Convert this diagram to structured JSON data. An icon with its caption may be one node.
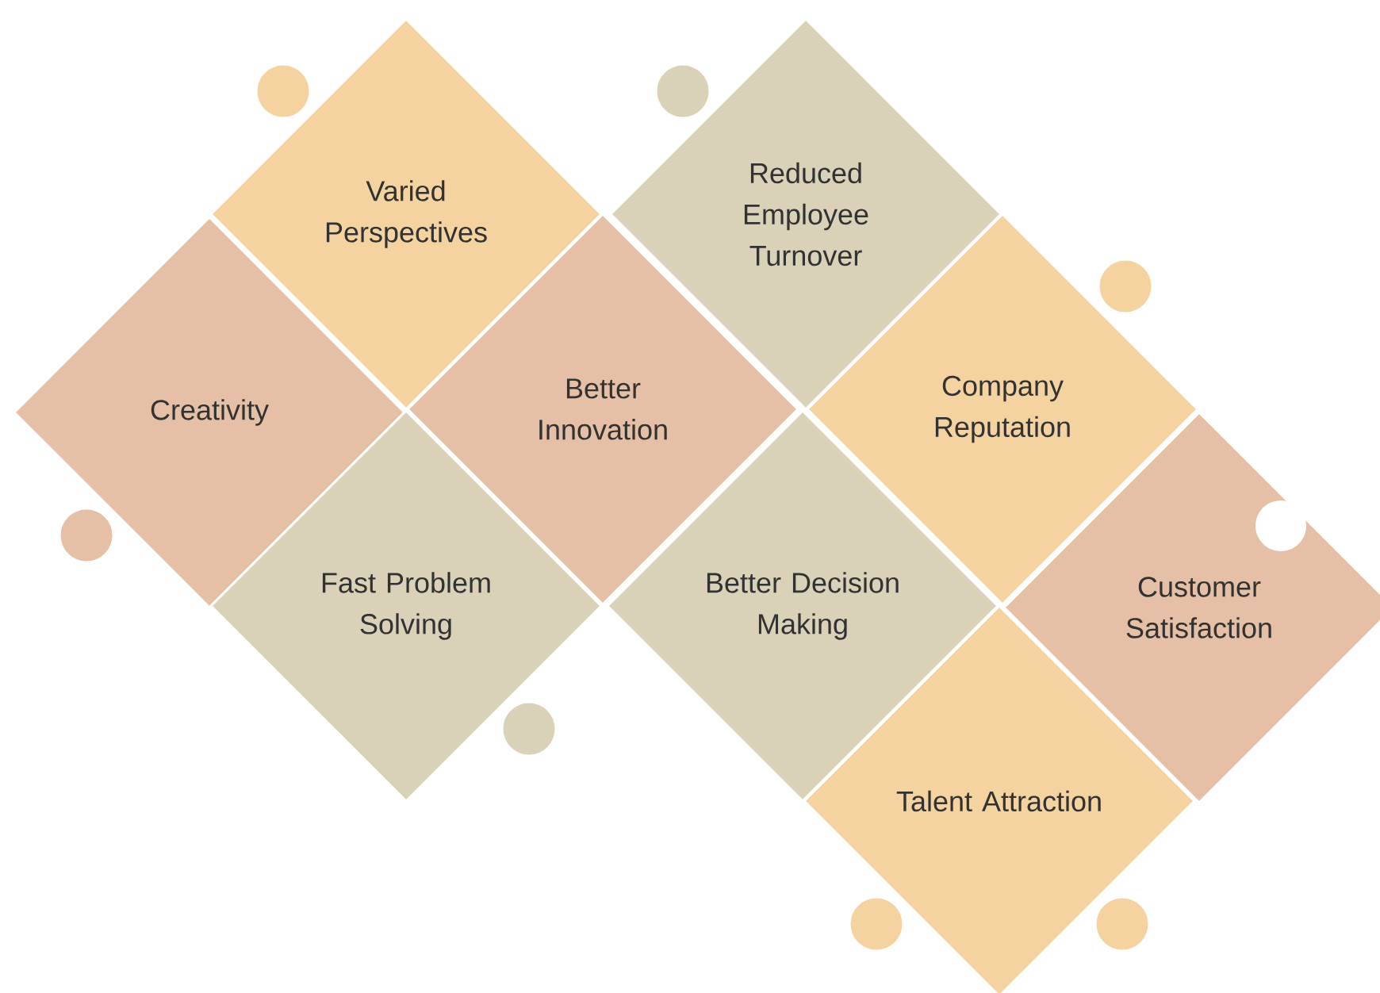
{
  "diagram": {
    "nodes": [
      {
        "text": [
          "Varied Perspectives"
        ]
      },
      {
        "text": [
          "Reduced Employee Turnover"
        ]
      },
      {
        "text": [
          "Creativity"
        ]
      },
      {
        "text": [
          "Better Innovation"
        ]
      },
      {
        "text": [
          "Company Reputation"
        ]
      },
      {
        "text": [
          "Fast Problem Solving"
        ]
      },
      {
        "text": [
          "Better Decision Making"
        ]
      },
      {
        "text": [
          "Customer Satisfaction"
        ]
      },
      {
        "text": [
          "Talent Attraction"
        ]
      }
    ]
  }
}
